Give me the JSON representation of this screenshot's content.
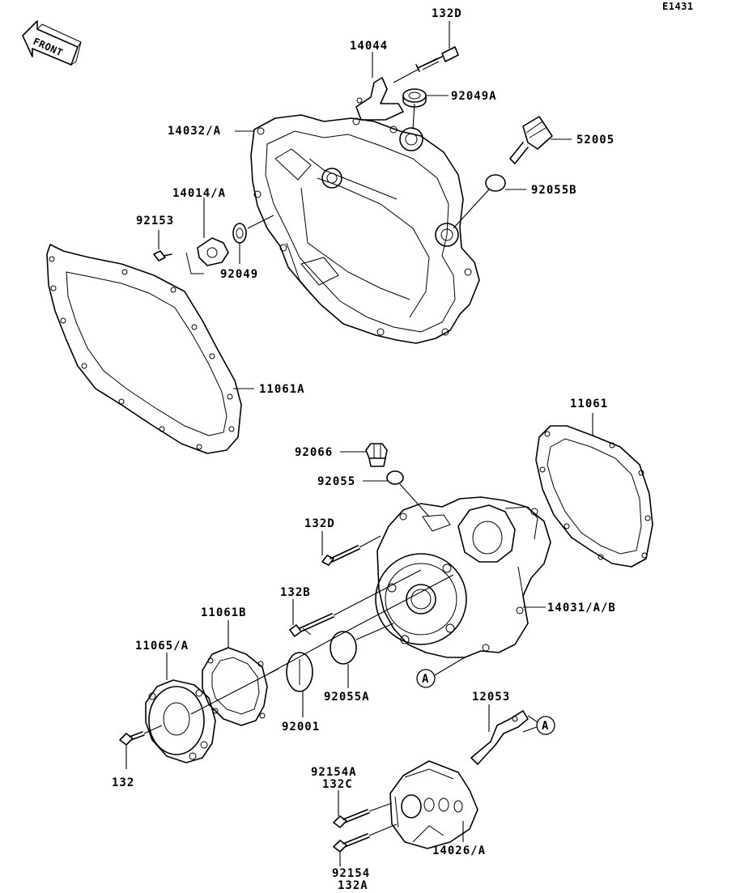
{
  "diagram_id": "E1431",
  "front_marker": "FRONT",
  "reference_mark": "A",
  "parts": {
    "p132d_top": "132D",
    "p14044": "14044",
    "p92049a": "92049A",
    "p14032a": "14032/A",
    "p52005": "52005",
    "p92055b": "92055B",
    "p14014a": "14014/A",
    "p92153": "92153",
    "p92049": "92049",
    "p11061a": "11061A",
    "p11061": "11061",
    "p92066": "92066",
    "p92055": "92055",
    "p132d_mid": "132D",
    "p132b": "132B",
    "p11061b": "11061B",
    "p11065a": "11065/A",
    "p14031ab": "14031/A/B",
    "p92055a": "92055A",
    "p92001": "92001",
    "p132": "132",
    "p12053": "12053",
    "p92154a": "92154A",
    "p132c": "132C",
    "p14026a": "14026/A",
    "p92154": "92154",
    "p132a": "132A"
  }
}
